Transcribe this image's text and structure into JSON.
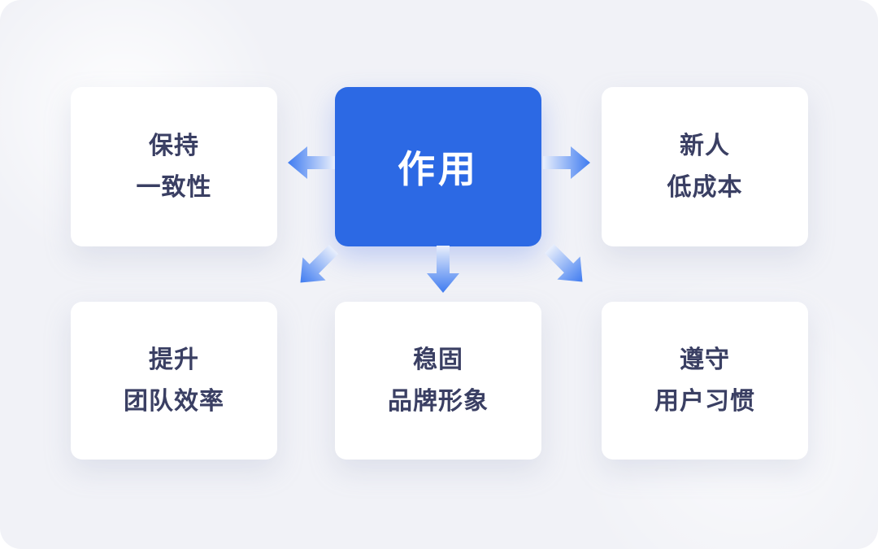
{
  "diagram": {
    "center": {
      "label": "作用"
    },
    "nodes": [
      {
        "id": "keep-consistency",
        "lines": [
          "保持",
          "一致性"
        ]
      },
      {
        "id": "newcomer-low-cost",
        "lines": [
          "新人",
          "低成本"
        ]
      },
      {
        "id": "improve-team-efficiency",
        "lines": [
          "提升",
          "团队效率"
        ]
      },
      {
        "id": "stable-brand-image",
        "lines": [
          "稳固",
          "品牌形象"
        ]
      },
      {
        "id": "follow-user-habits",
        "lines": [
          "遵守",
          "用户习惯"
        ]
      }
    ],
    "colors": {
      "canvas_bg": "#f1f2f7",
      "page_bg": "#ffffff",
      "card_bg": "#ffffff",
      "card_text": "#3a3f63",
      "center_bg": "#2c69e4",
      "center_text": "#ffffff",
      "arrow_tail": "#e9effc",
      "arrow_head": "#3f7bf0"
    }
  }
}
